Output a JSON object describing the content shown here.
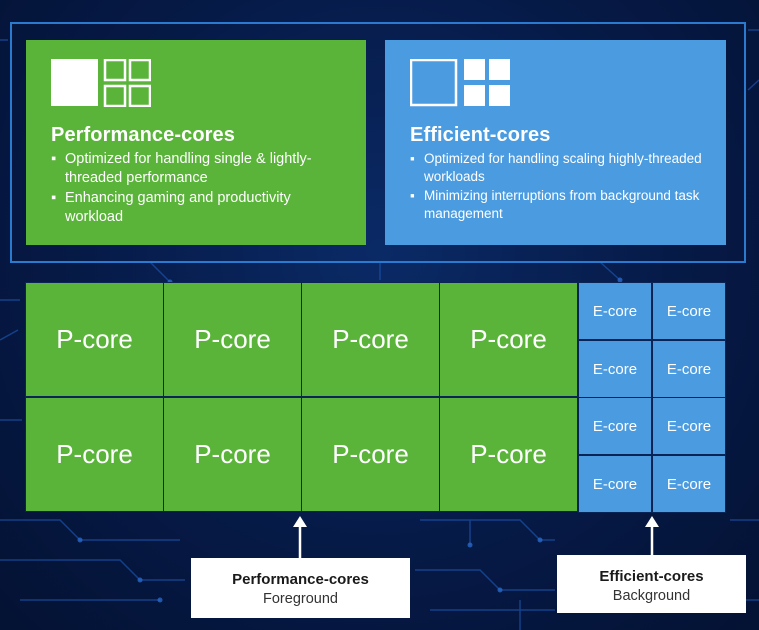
{
  "performance": {
    "title": "Performance-cores",
    "bullets": [
      "Optimized for handling single & lightly-threaded performance",
      "Enhancing gaming and productivity workload"
    ],
    "color": "#5bb43a"
  },
  "efficient": {
    "title": "Efficient-cores",
    "bullets": [
      "Optimized for handling scaling highly-threaded workloads",
      "Minimizing interruptions from background task management"
    ],
    "color": "#4a9be0"
  },
  "p_cores": [
    "P-core",
    "P-core",
    "P-core",
    "P-core",
    "P-core",
    "P-core",
    "P-core",
    "P-core"
  ],
  "e_cores": [
    "E-core",
    "E-core",
    "E-core",
    "E-core",
    "E-core",
    "E-core",
    "E-core",
    "E-core"
  ],
  "labels": {
    "performance": {
      "title": "Performance-cores",
      "subtitle": "Foreground"
    },
    "efficient": {
      "title": "Efficient-cores",
      "subtitle": "Background"
    }
  },
  "background_color": "#061a47",
  "frame_color": "#2a7bd0"
}
